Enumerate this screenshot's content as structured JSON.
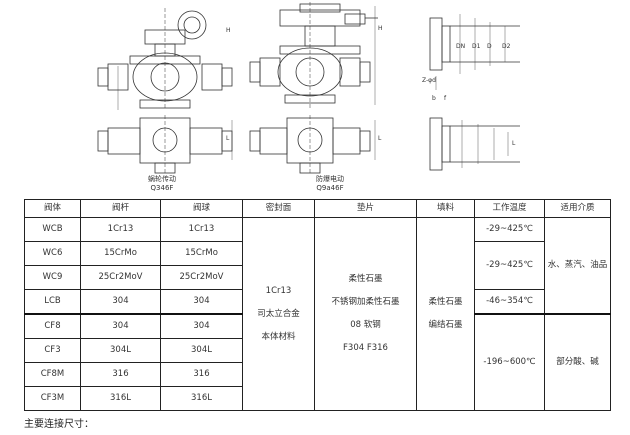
{
  "drawings": {
    "left_caption": [
      "蜗轮传动",
      "Q346F"
    ],
    "middle_caption": [
      "防爆电动",
      "Q9a46F"
    ],
    "dim_labels": [
      "H",
      "L",
      "DN",
      "D1",
      "D",
      "D2",
      "Z-φd",
      "b",
      "f",
      "L"
    ]
  },
  "table": {
    "headers": [
      "阀体",
      "阀杆",
      "阀球",
      "密封面",
      "垫片",
      "填料",
      "工作温度",
      "适用介质"
    ],
    "rows": [
      {
        "body": "WCB",
        "stem": "1Cr13",
        "ball": "1Cr13"
      },
      {
        "body": "WC6",
        "stem": "15CrMo",
        "ball": "15CrMo"
      },
      {
        "body": "WC9",
        "stem": "25Cr2MoV",
        "ball": "25Cr2MoV"
      },
      {
        "body": "LCB",
        "stem": "304",
        "ball": "304"
      },
      {
        "body": "CF8",
        "stem": "304",
        "ball": "304"
      },
      {
        "body": "CF3",
        "stem": "304L",
        "ball": "304L"
      },
      {
        "body": "CF8M",
        "stem": "316",
        "ball": "316"
      },
      {
        "body": "CF3M",
        "stem": "316L",
        "ball": "316L"
      }
    ],
    "seal": [
      "1Cr13",
      "司太立合金",
      "本体材料"
    ],
    "gasket": [
      "柔性石墨",
      "不锈钢加柔性石墨",
      "08 软钢",
      "F304  F316"
    ],
    "packing": [
      "柔性石墨",
      "编结石墨"
    ],
    "temps": [
      "-29~425℃",
      "-29~425℃",
      "-46~354℃",
      "-196~600℃"
    ],
    "media": [
      "水、蒸汽、油品",
      "部分酸、碱"
    ]
  },
  "footer": "主要连接尺寸："
}
